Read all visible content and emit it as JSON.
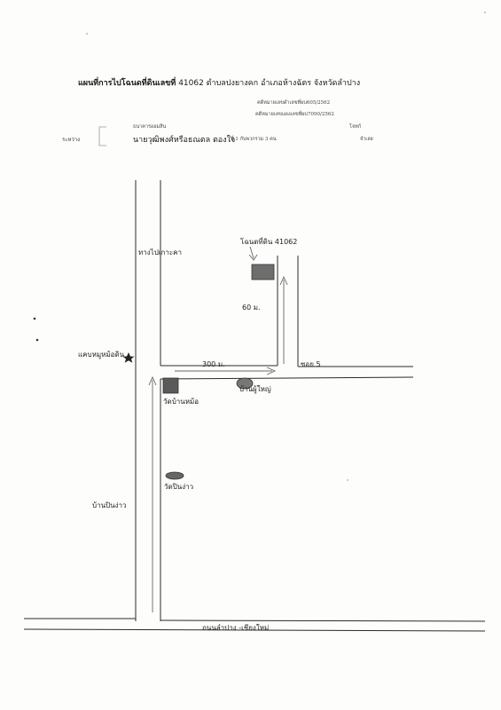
{
  "header": {
    "title_bold": "แผนที่การไปโฉนดที่ดินเลขที่",
    "title_rest": "41062  ตำบลปงยางคก  อำเภอห้างฉัตร  จังหวัดลำปาง",
    "case_no_1": "คดีหมายเลขดำเลขที่ผบ605/2562",
    "case_no_2": "คดีหมายเลขแดงเลขที่ผบ7090/2562",
    "plaintiff_caption": "ธนาคารออมสิน",
    "role_plaintiff": "โจทก์",
    "between": "ระหว่าง",
    "defendant_name": "นายวุฒิพงศ์หรือธณตล  ตองใจ",
    "defendant_detail": "ที่ 1  กับพวกรวม 3 คน",
    "role_defendant": "จำเลย"
  },
  "map": {
    "deed_label": "โฉนดที่ดิน 41062",
    "road_to_kaokha": "ทางไปเกาะคา",
    "distance_60": "60 ม.",
    "distance_300": "300 ม.",
    "soi": "ซอย 5",
    "pottery_market": "แคบหมูหม้อดิน",
    "wat_ban_mo": "วัดบ้านหม้อ",
    "ban_phu_yai": "บ้านผู้ใหญ่",
    "wat_pin_ngao": "วัดปินง่าว",
    "ban_pin_ngao": "บ้านปินง่าว",
    "main_road": "ถนนลำปาง -เชียงใหม่"
  },
  "colors": {
    "line": "#2a2a2a",
    "arrow": "#666666",
    "deed_fill": "#6e6e6e",
    "wat_fill": "#5a5a5a",
    "house_fill": "#777777"
  }
}
